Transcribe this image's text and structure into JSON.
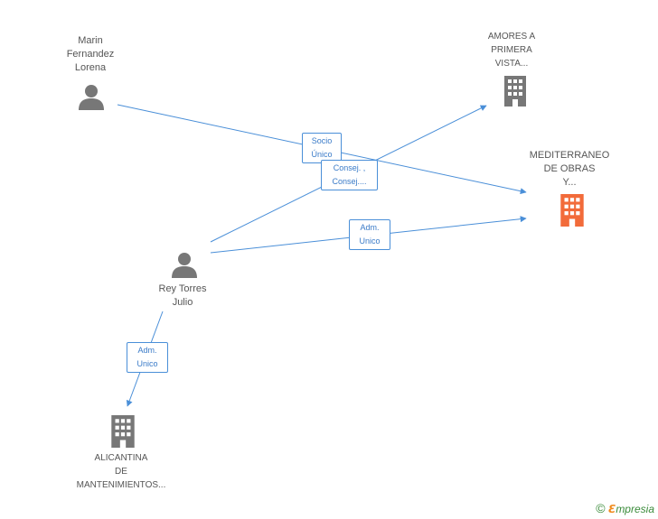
{
  "nodes": {
    "marin": {
      "label": "Marin\nFernandez\nLorena"
    },
    "amores": {
      "label": "AMORES A\nPRIMERA\nVISTA..."
    },
    "mediterraneo": {
      "label": "MEDITERRANEO\nDE OBRAS\nY..."
    },
    "rey": {
      "label": "Rey Torres\nJulio"
    },
    "alicantina": {
      "label": "ALICANTINA\nDE\nMANTENIMIENTOS..."
    }
  },
  "edges": {
    "socio": "Socio\nÚnico",
    "consej": "Consej. ,\nConsej....",
    "adm1": "Adm.\nUnico",
    "adm2": "Adm.\nUnico"
  },
  "colors": {
    "edge": "#4a8fd8",
    "person": "#777777",
    "company": "#777777",
    "highlight": "#f26b3a"
  },
  "icons": {
    "person": "person-icon",
    "company": "building-icon"
  },
  "footer": {
    "copyright": "©",
    "brand_e": "ℇ",
    "brand_rest": "mpresia"
  }
}
